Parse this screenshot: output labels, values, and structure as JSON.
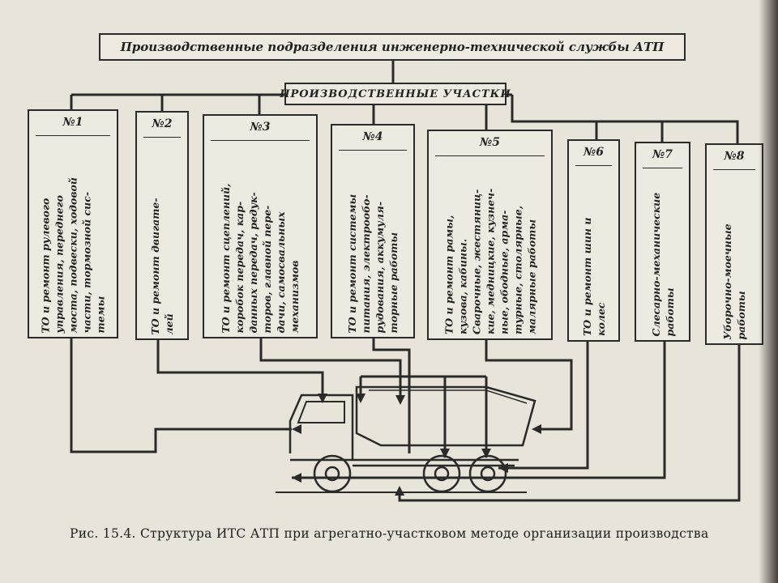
{
  "header": {
    "title": "Производственные подразделения инженерно-технической службы АТП",
    "subtitle": "ПРОИЗВОДСТВЕННЫЕ УЧАСТКИ"
  },
  "sections": [
    {
      "num": "№1",
      "text": "ТО и ремонт рулевого\nуправления, переднего\nмоста, подвески, ходовой\nчасти, тормозной сис-\nтемы"
    },
    {
      "num": "№2",
      "text": "ТО и ремонт двигате-\nлей"
    },
    {
      "num": "№3",
      "text": "ТО и ремонт сцеплений,\nкоробок передач, кар-\nданных передач, редук-\nторов, главной пере-\nдачи, самосвальных\nмеханизмов"
    },
    {
      "num": "№4",
      "text": "ТО и ремонт системы\nпитания, электрообо-\nрудования, аккумуля-\nторные работы"
    },
    {
      "num": "№5",
      "text": "ТО и ремонт рамы,\nкузова, кабины.\nСварочные, жестяниц-\nкие, медницкие, кузнеч-\nные, ободные, арма-\nтурные, столярные,\nмалярные работы"
    },
    {
      "num": "№6",
      "text": "ТО и ремонт шин и\nколес"
    },
    {
      "num": "№7",
      "text": "Слесарно-механические\nработы"
    },
    {
      "num": "№8",
      "text": "Уборочно-моечные\nработы"
    }
  ],
  "caption": "Рис. 15.4. Структура ИТС АТП при агрегатно-участковом методе организации производства"
}
